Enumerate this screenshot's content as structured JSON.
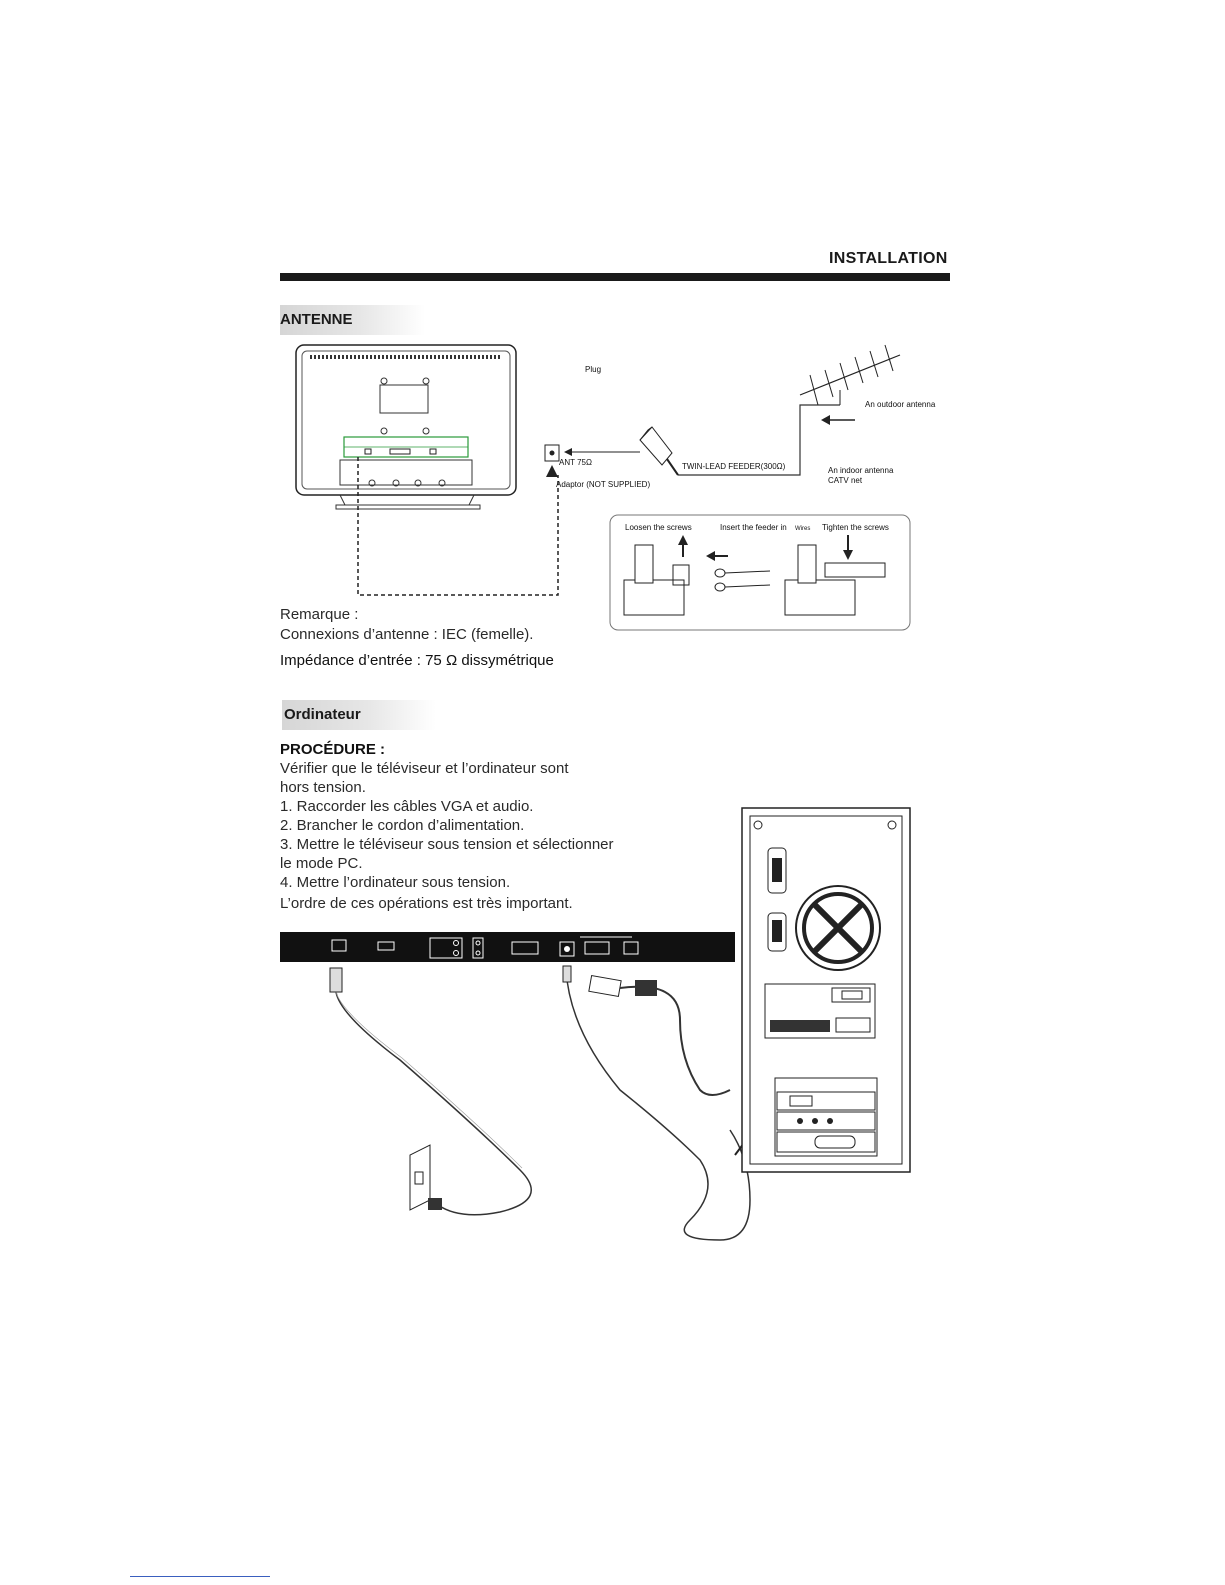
{
  "header": {
    "title": "INSTALLATION"
  },
  "antenne": {
    "tab_label": "ANTENNE",
    "labels": {
      "plug": "Plug",
      "outdoor": "An outdoor antenna",
      "indoor": "An indoor antenna",
      "catv": "CATV net",
      "twin_lead": "TWIN-LEAD FEEDER(300Ω)",
      "ant": "ANT 75Ω",
      "adaptor": "Adaptor  (NOT SUPPLIED)",
      "loosen": "Loosen the screws",
      "insert": "Insert the feeder in",
      "wires": "Wires",
      "tighten": "Tighten the screws"
    },
    "note": {
      "heading": "Remarque :",
      "line1": "Connexions d’antenne : IEC (femelle).",
      "line2": "Impédance d’entrée : 75 Ω dissymétrique"
    }
  },
  "ordinateur": {
    "tab_label": "Ordinateur",
    "procedure_title": "PROCÉDURE :",
    "lines": [
      "Vérifier que le téléviseur et l’ordinateur sont",
      "hors tension.",
      "1. Raccorder les câbles VGA et audio.",
      "2. Brancher le cordon d’alimentation.",
      "3. Mettre le téléviseur sous tension et sélectionner",
      "le mode PC.",
      "4. Mettre l’ordinateur sous tension.",
      "L’ordre de ces opérations est très important."
    ]
  }
}
